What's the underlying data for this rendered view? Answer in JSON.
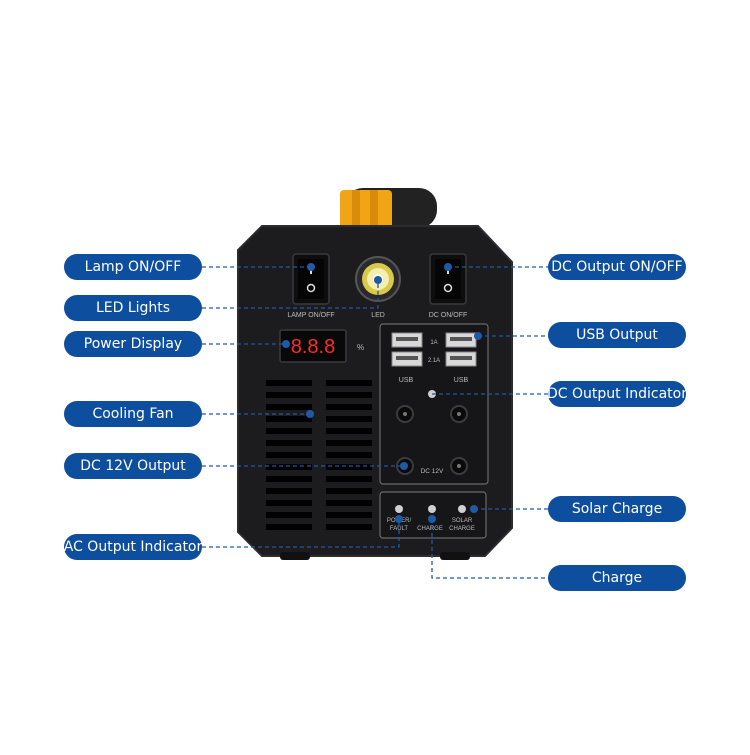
{
  "callouts": {
    "lamp_on_off": "Lamp ON/OFF",
    "led_lights": "LED Lights",
    "power_display": "Power Display",
    "cooling_fan": "Cooling Fan",
    "dc_12v_output": "DC 12V Output",
    "ac_output_indicator": "AC Output Indicator",
    "dc_output_on_off": "DC Output ON/OFF",
    "usb_output": "USB Output",
    "dc_output_indicator": "DC Output Indicator",
    "solar_charge": "Solar Charge",
    "charge": "Charge"
  },
  "device_labels": {
    "lamp_switch": "LAMP ON/OFF",
    "led": "LED",
    "dc_switch": "DC ON/OFF",
    "display_digits": "8.8.8",
    "display_unit": "%",
    "usb_1a": "1A",
    "usb_21a": "2.1A",
    "usb_left": "USB",
    "usb_right": "USB",
    "dc_12v": "DC 12V",
    "power_fault_1": "POWER/",
    "power_fault_2": "FAULT",
    "charge": "CHARGE",
    "solar_charge_1": "SOLAR",
    "solar_charge_2": "CHARGE"
  },
  "colors": {
    "callout_blue": "#0d4e9e",
    "device_body": "#1c1c1e",
    "handle_yellow": "#f0a416",
    "display_red": "#ff2a2a"
  }
}
